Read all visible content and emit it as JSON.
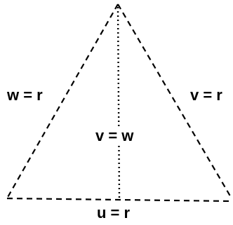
{
  "diagram": {
    "labels": {
      "left_edge": "w = r",
      "right_edge": "v = r",
      "bottom_edge": "u = r",
      "median": "v = w"
    },
    "colors": {
      "stroke": "#000000",
      "background": "#ffffff"
    }
  }
}
